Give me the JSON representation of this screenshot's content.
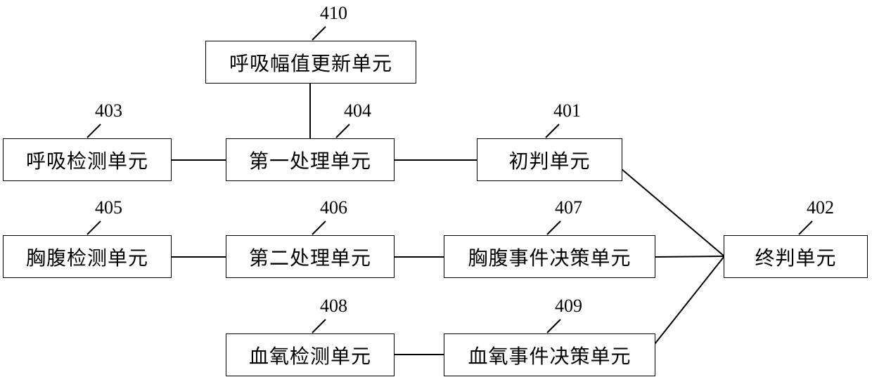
{
  "units": {
    "u410": {
      "ref": "410",
      "label": "呼吸幅值更新单元"
    },
    "u403": {
      "ref": "403",
      "label": "呼吸检测单元"
    },
    "u404": {
      "ref": "404",
      "label": "第一处理单元"
    },
    "u401": {
      "ref": "401",
      "label": "初判单元"
    },
    "u405": {
      "ref": "405",
      "label": "胸腹检测单元"
    },
    "u406": {
      "ref": "406",
      "label": "第二处理单元"
    },
    "u407": {
      "ref": "407",
      "label": "胸腹事件决策单元"
    },
    "u402": {
      "ref": "402",
      "label": "终判单元"
    },
    "u408": {
      "ref": "408",
      "label": "血氧检测单元"
    },
    "u409": {
      "ref": "409",
      "label": "血氧事件决策单元"
    }
  },
  "connections": [
    {
      "from": "410",
      "to": "404"
    },
    {
      "from": "403",
      "to": "404"
    },
    {
      "from": "404",
      "to": "401"
    },
    {
      "from": "401",
      "to": "402"
    },
    {
      "from": "405",
      "to": "406"
    },
    {
      "from": "406",
      "to": "407"
    },
    {
      "from": "407",
      "to": "402"
    },
    {
      "from": "408",
      "to": "409"
    },
    {
      "from": "409",
      "to": "402"
    }
  ]
}
